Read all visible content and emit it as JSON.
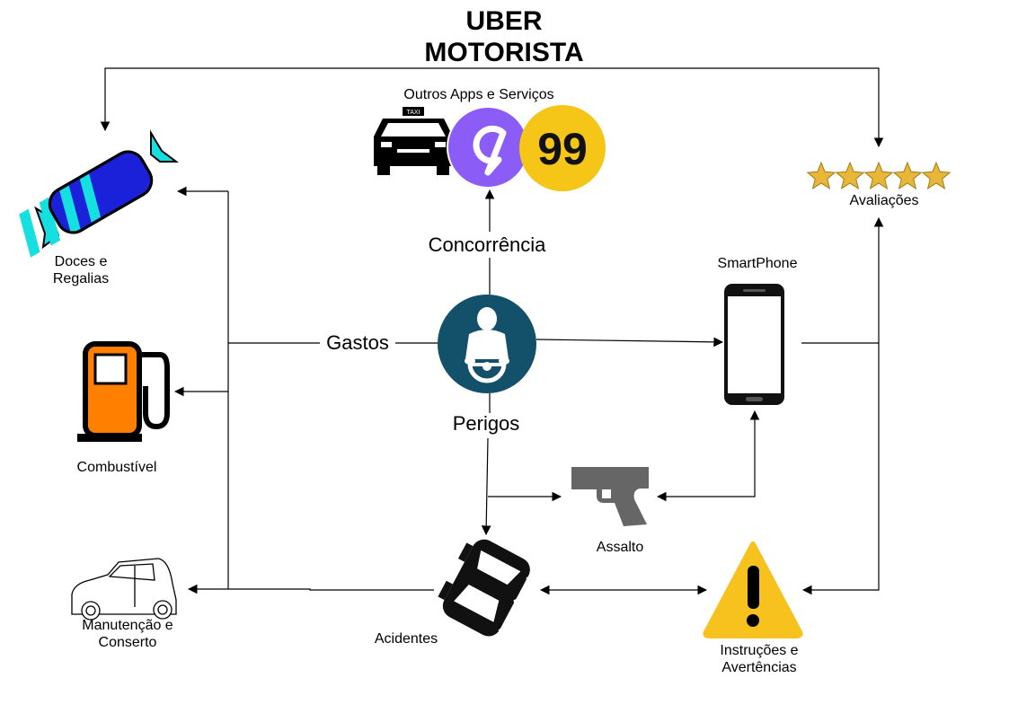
{
  "title": {
    "line1": "UBER",
    "line2": "MOTORISTA"
  },
  "center": {
    "icon": "driver-steering-wheel-icon",
    "color": "#13506a"
  },
  "branches": {
    "concorrencia": "Concorrência",
    "gastos": "Gastos",
    "perigos": "Perigos"
  },
  "nodes": {
    "outros_apps": {
      "label": "Outros Apps e Serviços",
      "icons": [
        "taxi-icon",
        "cabify-logo-icon",
        "99-logo-icon"
      ],
      "logo_99_text": "99",
      "taxi_sign": "TAXI"
    },
    "avaliacoes": {
      "label": "Avaliações",
      "icon": "five-stars-icon"
    },
    "doces": {
      "line1": "Doces e",
      "line2": "Regalias",
      "icon": "candy-icon"
    },
    "combustivel": {
      "label": "Combustível",
      "icon": "fuel-pump-icon"
    },
    "manutencao": {
      "line1": "Manutenção e",
      "line2": "Conserto",
      "icon": "car-outline-icon"
    },
    "smartphone": {
      "label": "SmartPhone",
      "icon": "smartphone-icon"
    },
    "assalto": {
      "label": "Assalto",
      "icon": "pistol-icon"
    },
    "acidentes": {
      "label": "Acidentes",
      "icon": "crashed-car-icon"
    },
    "instrucoes": {
      "line1": "Instruções e",
      "line2": "Avertências",
      "icon": "warning-sign-icon"
    }
  },
  "colors": {
    "center": "#13506a",
    "cabify": "#8b5cf6",
    "logo99": "#f5c518",
    "candy": "#1a21d9",
    "candy_stripe": "#14e0e0",
    "fuel": "#ff7f00",
    "warning": "#f7c21d",
    "star": "#e8b73a"
  }
}
